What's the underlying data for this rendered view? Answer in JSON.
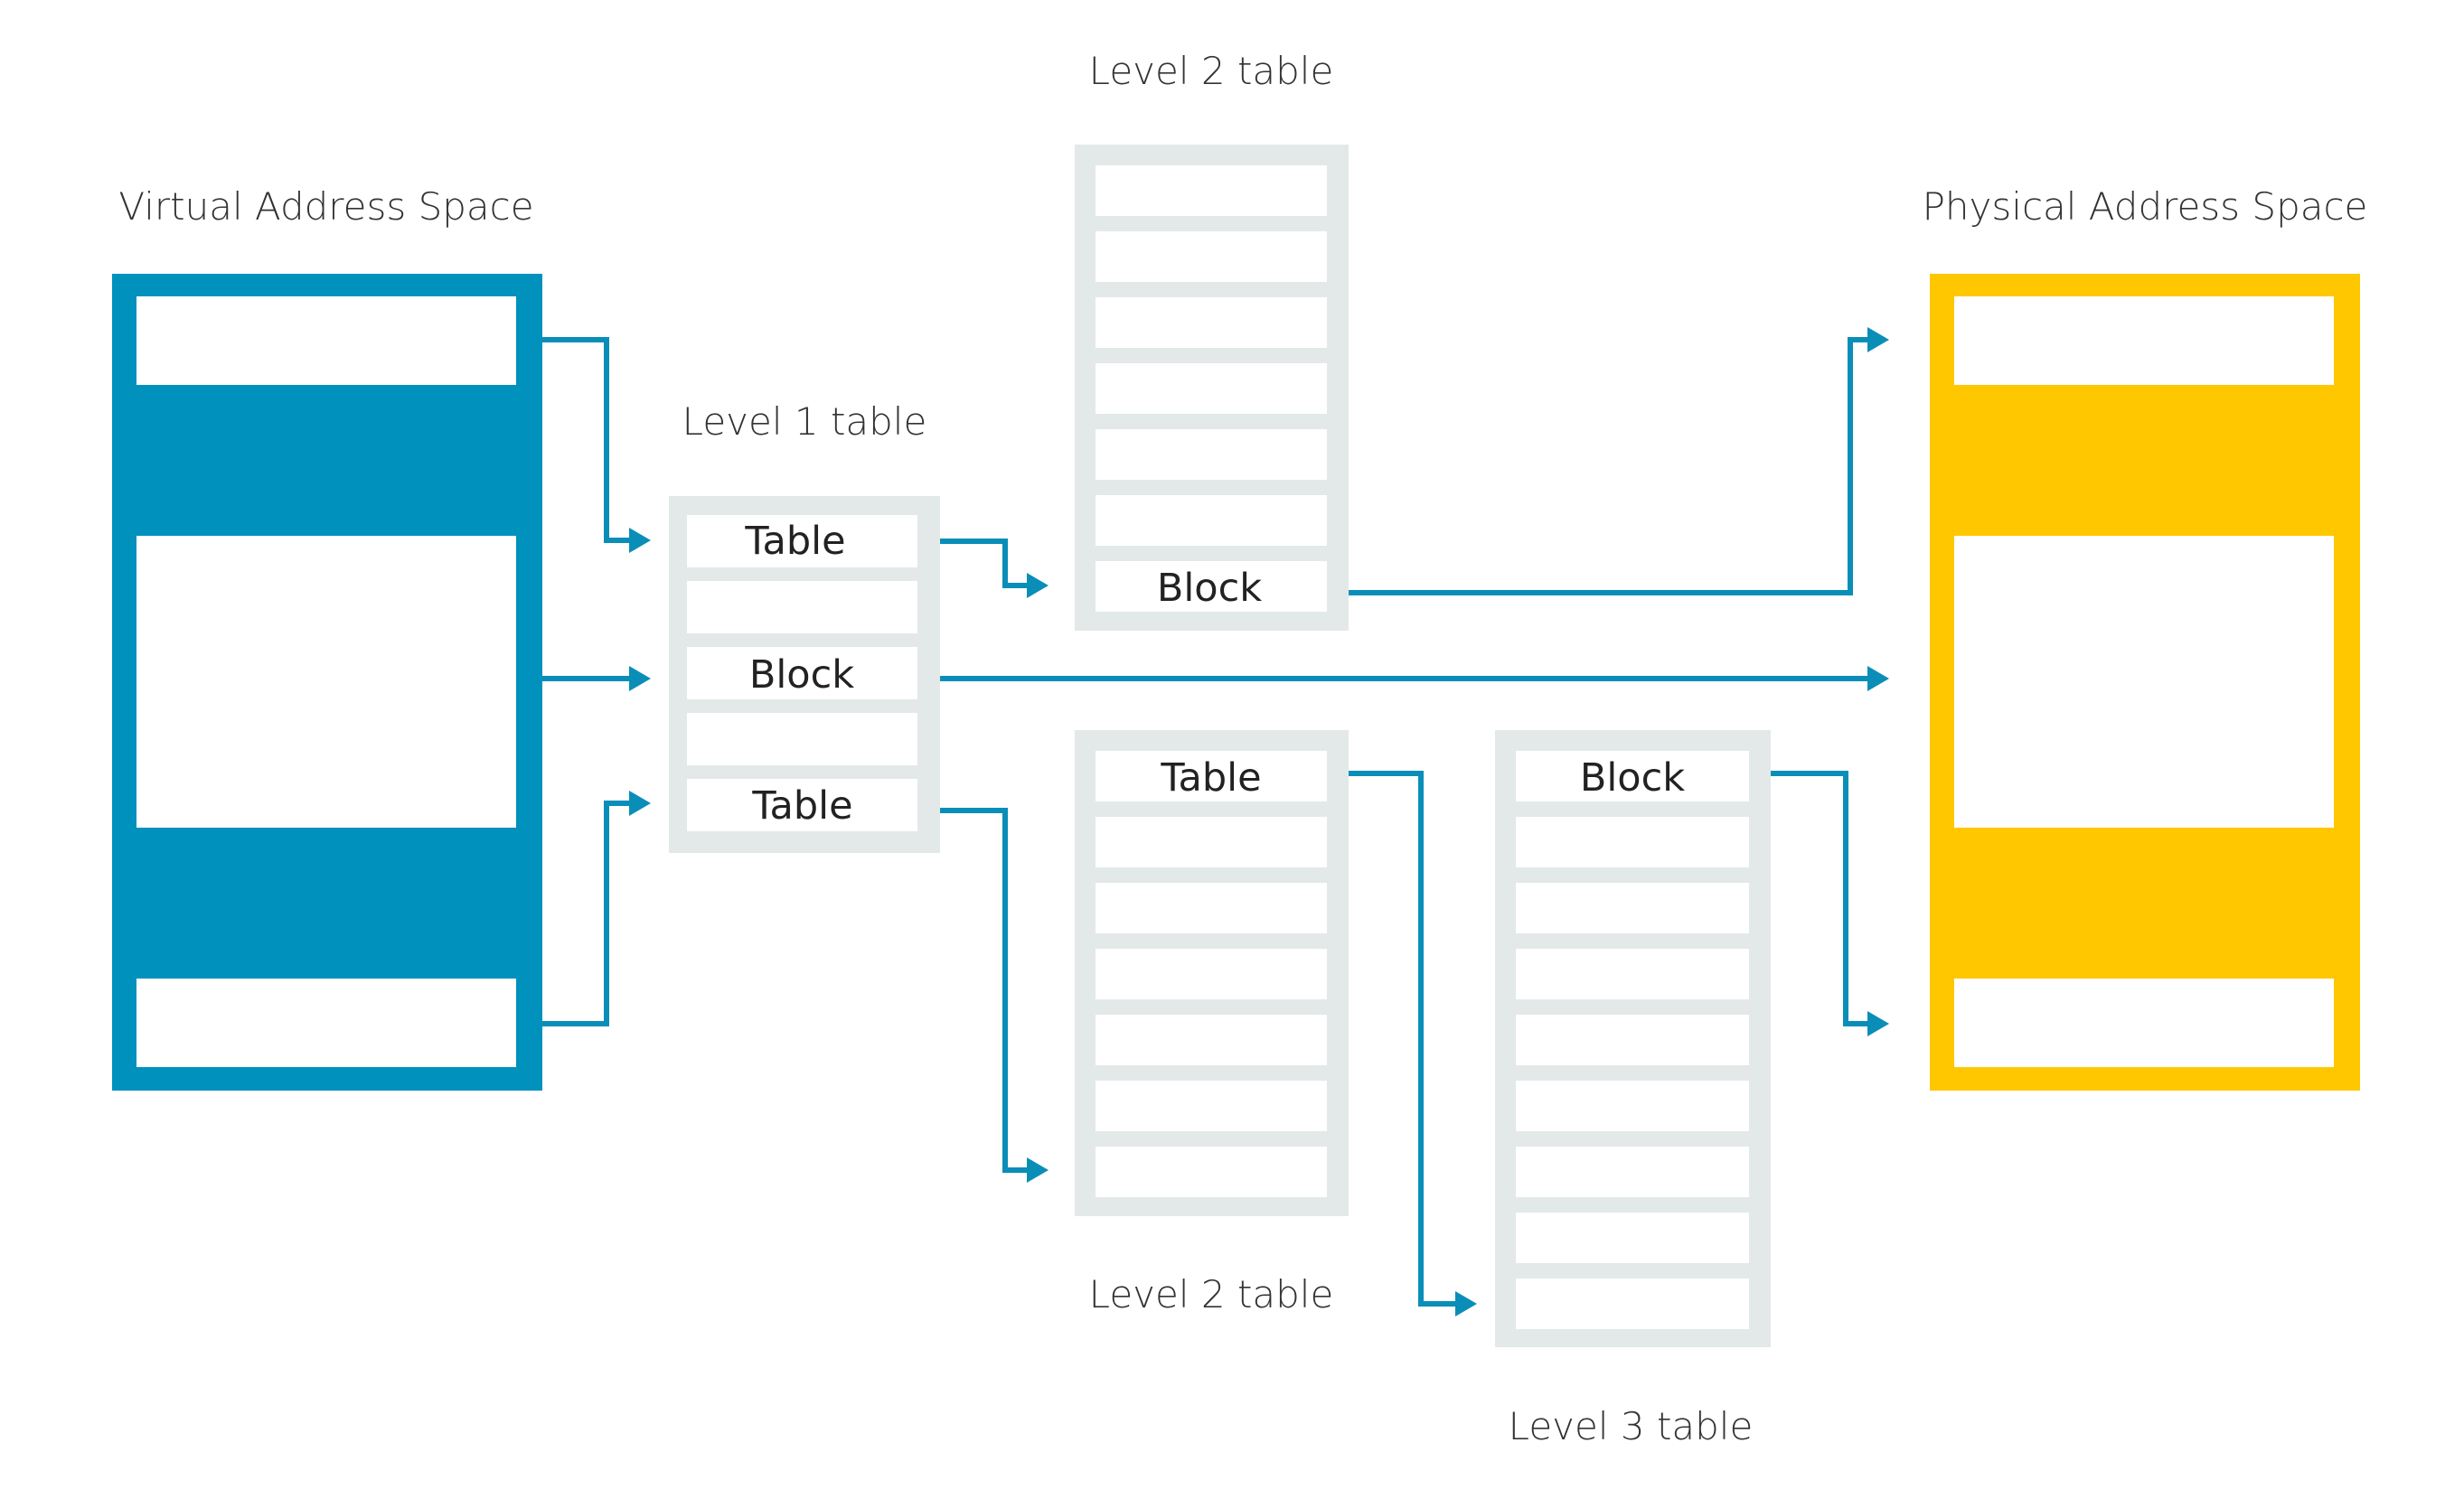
{
  "title_labels": {
    "virtual": "Virtual Address Space",
    "physical": "Physical Address Space",
    "level1": "Level 1 table",
    "level2_top": "Level 2 table",
    "level2_bottom": "Level 2 table",
    "level3": "Level 3 table"
  },
  "entries": {
    "l1_table_a": "Table",
    "l1_block": "Block",
    "l1_table_b": "Table",
    "l2_top_block": "Block",
    "l2_bottom_table": "Table",
    "l3_block": "Block"
  },
  "colors": {
    "virtual": "#0091BD",
    "physical": "#FFC700",
    "table_frame": "#E3E9E8",
    "arrow": "#0A8EB8"
  }
}
